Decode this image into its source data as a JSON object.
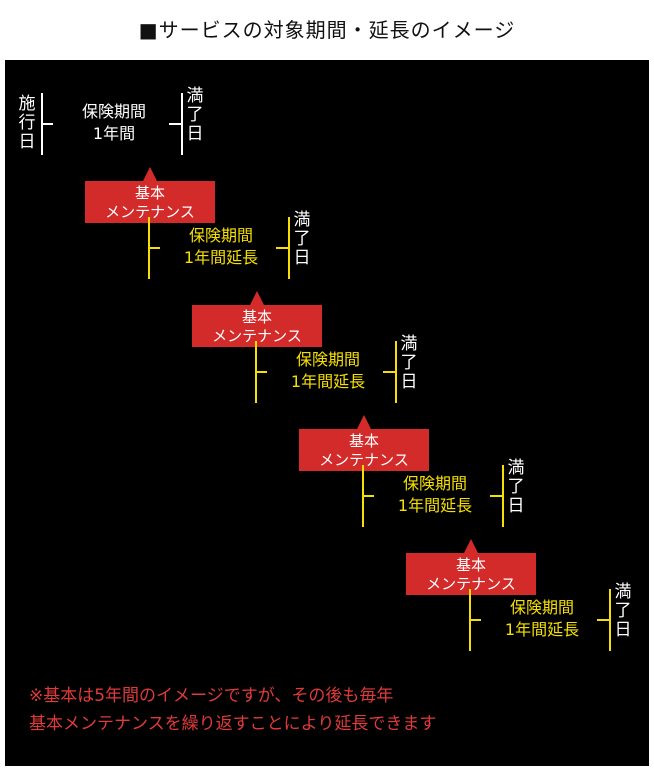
{
  "title": "■サービスの対象期間・延長のイメージ",
  "colors": {
    "background": "#000000",
    "extended_period": "#f5e000",
    "initial_period": "#ffffff",
    "maintenance_box": "#d32a2a",
    "note": "#e03a3a"
  },
  "start_label": "施\n行\n日",
  "end_label": "満\n了\n日",
  "stages": [
    {
      "period": "保険期間\n1年間",
      "extended": false,
      "maintenance": "基本\nメンテナンス"
    },
    {
      "period": "保険期間\n1年間延長",
      "extended": true,
      "maintenance": "基本\nメンテナンス"
    },
    {
      "period": "保険期間\n1年間延長",
      "extended": true,
      "maintenance": "基本\nメンテナンス"
    },
    {
      "period": "保険期間\n1年間延長",
      "extended": true,
      "maintenance": "基本\nメンテナンス"
    },
    {
      "period": "保険期間\n1年間延長",
      "extended": true,
      "maintenance": null
    }
  ],
  "note": {
    "line1": "※基本は5年間のイメージですが、その後も毎年",
    "line2": "基本メンテナンスを繰り返すことにより延長できます"
  }
}
